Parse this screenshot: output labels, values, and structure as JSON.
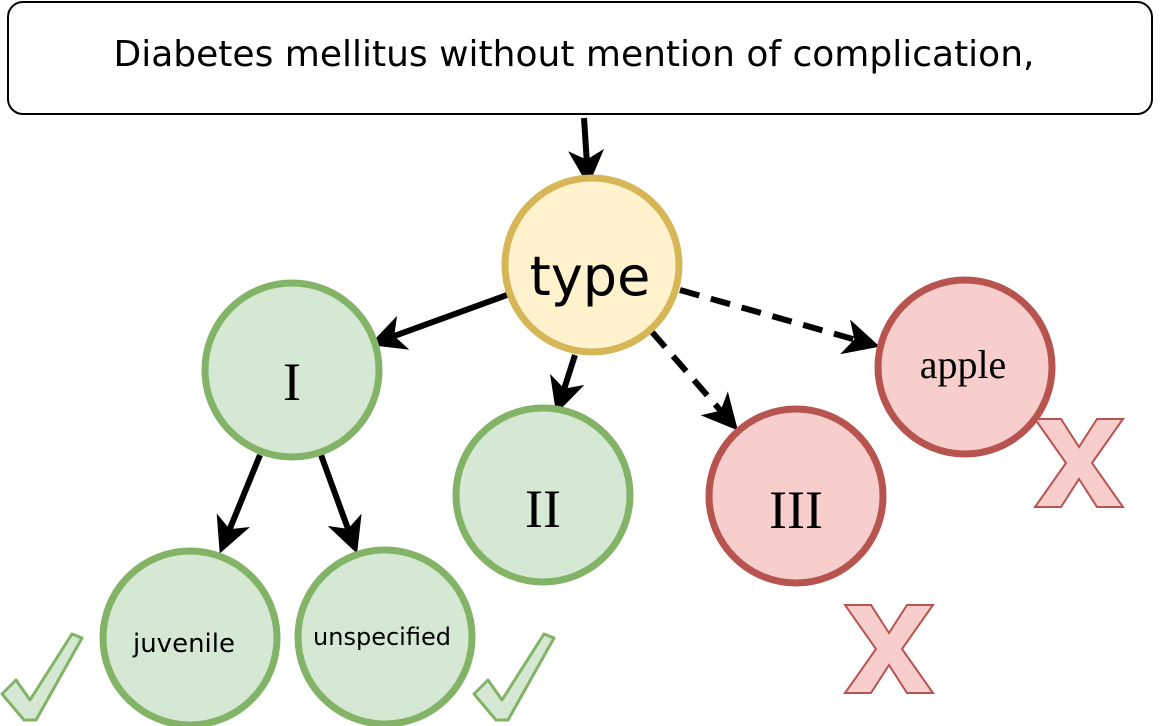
{
  "prompt": {
    "text": "Diabetes mellitus without mention of complication,"
  },
  "nodes": {
    "type": {
      "label": "type",
      "status": "neutral"
    },
    "type_I": {
      "label": "I",
      "status": "valid"
    },
    "type_II": {
      "label": "II",
      "status": "valid"
    },
    "type_III": {
      "label": "III",
      "status": "invalid"
    },
    "apple": {
      "label": "apple",
      "status": "invalid"
    },
    "juvenile": {
      "label": "juvenile",
      "status": "valid"
    },
    "unspecified": {
      "label": "unspecified",
      "status": "valid"
    }
  },
  "edges": [
    {
      "from": "prompt",
      "to": "type",
      "style": "solid"
    },
    {
      "from": "type",
      "to": "type_I",
      "style": "solid"
    },
    {
      "from": "type",
      "to": "type_II",
      "style": "solid"
    },
    {
      "from": "type",
      "to": "type_III",
      "style": "dashed"
    },
    {
      "from": "type",
      "to": "apple",
      "style": "dashed"
    },
    {
      "from": "type_I",
      "to": "juvenile",
      "style": "solid"
    },
    {
      "from": "type_I",
      "to": "unspecified",
      "style": "solid"
    }
  ],
  "marks": {
    "check_icon": "check-icon",
    "cross_icon": "cross-icon"
  },
  "colors": {
    "neutral_fill": "#fff2cc",
    "neutral_stroke": "#d6b656",
    "valid_fill": "#d5e8d4",
    "valid_stroke": "#82b366",
    "invalid_fill": "#f8cecc",
    "invalid_stroke": "#b85450",
    "arrow": "#000000"
  }
}
